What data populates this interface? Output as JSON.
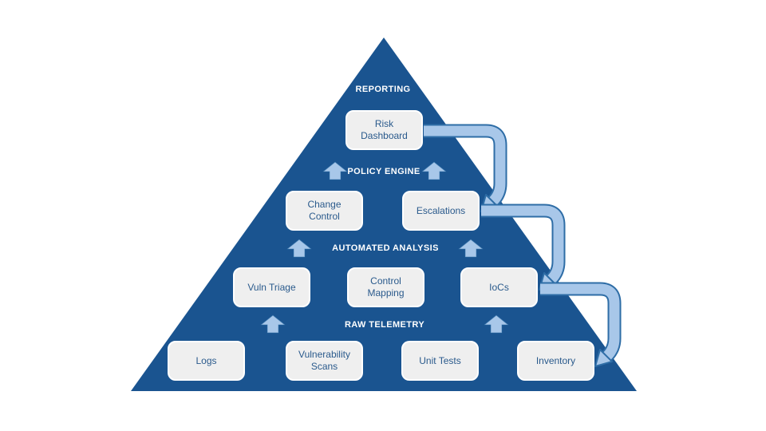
{
  "colors": {
    "background": "#ffffff",
    "pyramid": "#1A5490",
    "arrow_fill": "#A8C7E9",
    "arrow_outline": "#2E6DA6",
    "box_fill": "#EFEFEF",
    "box_border": "#FFFFFF",
    "box_text": "#2A5A8C",
    "label_text": "#FFFFFF"
  },
  "icons": {
    "up_arrow": "block-arrow-up",
    "curved_connector": "elbow-arrow-down-left"
  },
  "layers": [
    {
      "label": "REPORTING",
      "nodes": [
        "Risk Dashboard"
      ]
    },
    {
      "label": "POLICY ENGINE",
      "nodes": [
        "Change Control",
        "Escalations"
      ]
    },
    {
      "label": "AUTOMATED ANALYSIS",
      "nodes": [
        "Vuln Triage",
        "Control Mapping",
        "IoCs"
      ]
    },
    {
      "label": "RAW TELEMETRY",
      "nodes": [
        "Logs",
        "Vulnerability Scans",
        "Unit Tests",
        "Inventory"
      ]
    }
  ],
  "edges": [
    {
      "from": "Risk Dashboard",
      "to": "Escalations"
    },
    {
      "from": "Escalations",
      "to": "IoCs"
    },
    {
      "from": "IoCs",
      "to": "Inventory"
    }
  ]
}
